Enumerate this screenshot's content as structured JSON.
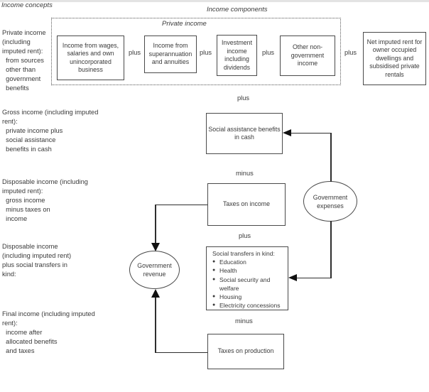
{
  "titles": {
    "concepts": "Income concepts",
    "components": "Income components"
  },
  "group": {
    "label": "Private income"
  },
  "components": {
    "wages": "Income from wages, salaries and own unincorporated business",
    "superannuation": "Income from superannuation and annuities",
    "investment": "Investment income including dividends",
    "other": "Other non-government income",
    "imputed_rent": "Net imputed rent for owner occupied dwellings and subsidised private rentals"
  },
  "ops": {
    "plus": "plus",
    "minus": "minus"
  },
  "concepts": [
    {
      "text": "Private income\n(including\nimputed rent):\n  from sources\n  other than\n  government\n  benefits"
    },
    {
      "text": "Gross income (including imputed\nrent):\n  private income plus\n  social assistance\n  benefits in cash"
    },
    {
      "text": "Disposable income (including\nimputed rent):\n  gross income\n  minus taxes on\n  income"
    },
    {
      "text": "Disposable income\n(including imputed rent)\nplus social transfers in\nkind:"
    },
    {
      "text": "Final income (including imputed\nrent):\n  income after\n  allocated benefits\n  and taxes"
    }
  ],
  "flow": {
    "social_assistance": "Social assistance benefits in cash",
    "taxes_on_income": "Taxes on income",
    "transfers_title": "Social transfers in kind:",
    "transfers_bullets": [
      "Education",
      "Health",
      "Social security and welfare",
      "Housing",
      "Electricity concessions"
    ],
    "taxes_on_production": "Taxes on production"
  },
  "ellipses": {
    "revenue": "Government\nrevenue",
    "expenses": "Government\nexpenses"
  }
}
